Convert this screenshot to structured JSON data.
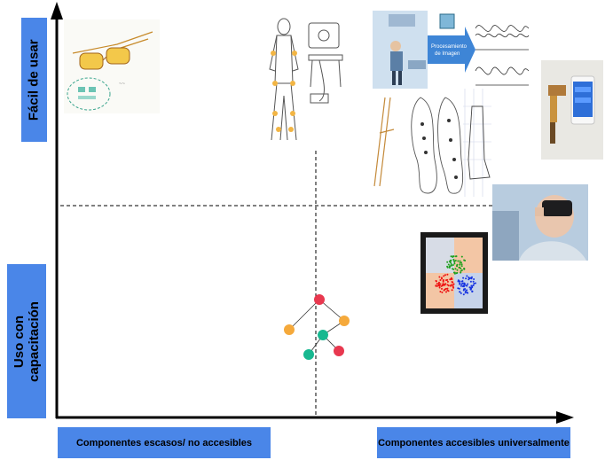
{
  "y_axis": {
    "top_label": "Fácil de usar",
    "bottom_label_line1": "Uso con",
    "bottom_label_line2": "capacitación"
  },
  "x_axis": {
    "left_label": "Componentes escasos/ no accesibles",
    "right_label": "Componentes accesibles universalmente"
  },
  "items": {
    "pipeline_label_line1": "Procesamiento",
    "pipeline_label_line2": "de Imagen"
  },
  "colors": {
    "label_box": "#4a86e8",
    "node_red": "#e8384f",
    "node_orange": "#f5a93b",
    "node_green": "#17b890",
    "scatter_bg": "#f3c6a5"
  }
}
